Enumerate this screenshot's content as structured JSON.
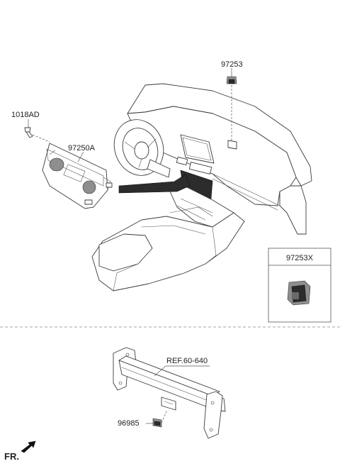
{
  "labels": {
    "screw": "1018AD",
    "control_unit": "97250A",
    "sensor_top": "97253",
    "sensor_box": "97253X",
    "bracket_ref": "REF.60-640",
    "bracket_part": "96985",
    "front": "FR."
  },
  "colors": {
    "line": "#3a3a3a",
    "dark_part": "#2c2c2c",
    "divider": "#888888"
  }
}
